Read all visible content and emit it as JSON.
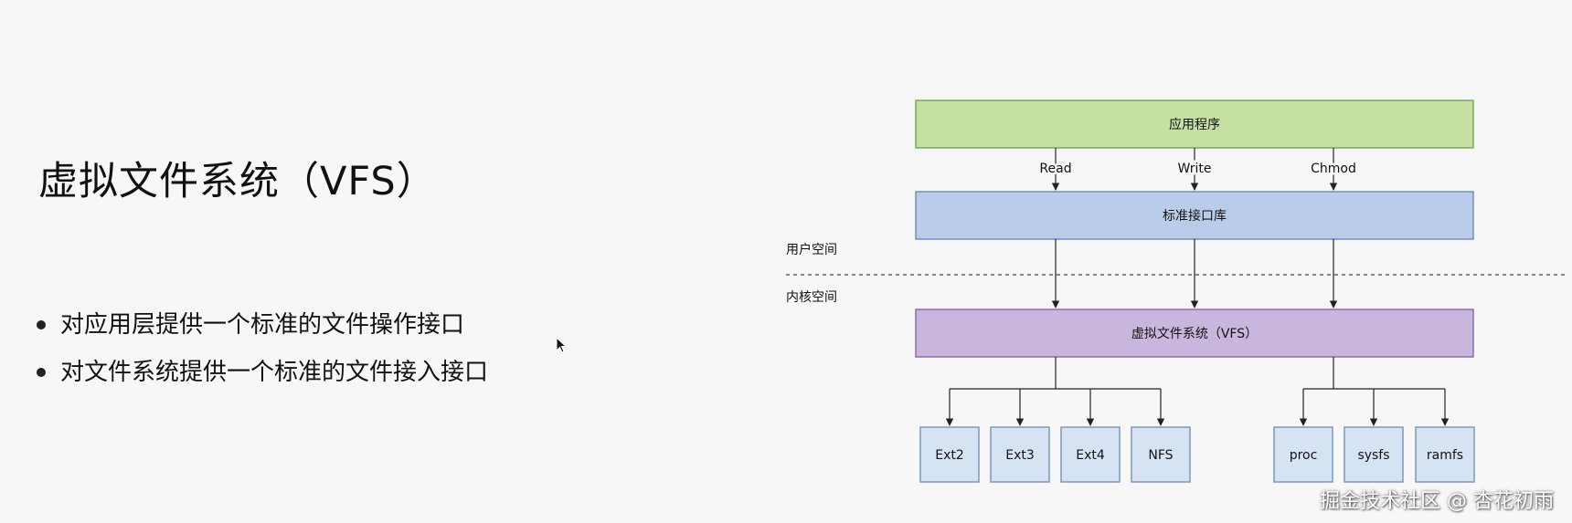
{
  "title": "虚拟文件系统（VFS）",
  "bullets": [
    "对应用层提供一个标准的文件操作接口",
    "对文件系统提供一个标准的文件接入接口"
  ],
  "diagram": {
    "app_box": "应用程序",
    "calls": [
      "Read",
      "Write",
      "Chmod"
    ],
    "stdlib_box": "标准接口库",
    "user_space": "用户空间",
    "kernel_space": "内核空间",
    "vfs_box": "虚拟文件系统（VFS）",
    "left_fs": [
      "Ext2",
      "Ext3",
      "Ext4",
      "NFS"
    ],
    "right_fs": [
      "proc",
      "sysfs",
      "ramfs"
    ],
    "colors": {
      "app_fill": "#c6e0a4",
      "app_stroke": "#7aa85a",
      "stdlib_fill": "#b9cdea",
      "stdlib_stroke": "#6f8fc2",
      "vfs_fill": "#c9b6dc",
      "vfs_stroke": "#8c6fae",
      "fs_fill": "#d6e3f3",
      "fs_stroke": "#7d97bd"
    }
  },
  "watermark": "掘金技术社区 @ 杏花初雨"
}
